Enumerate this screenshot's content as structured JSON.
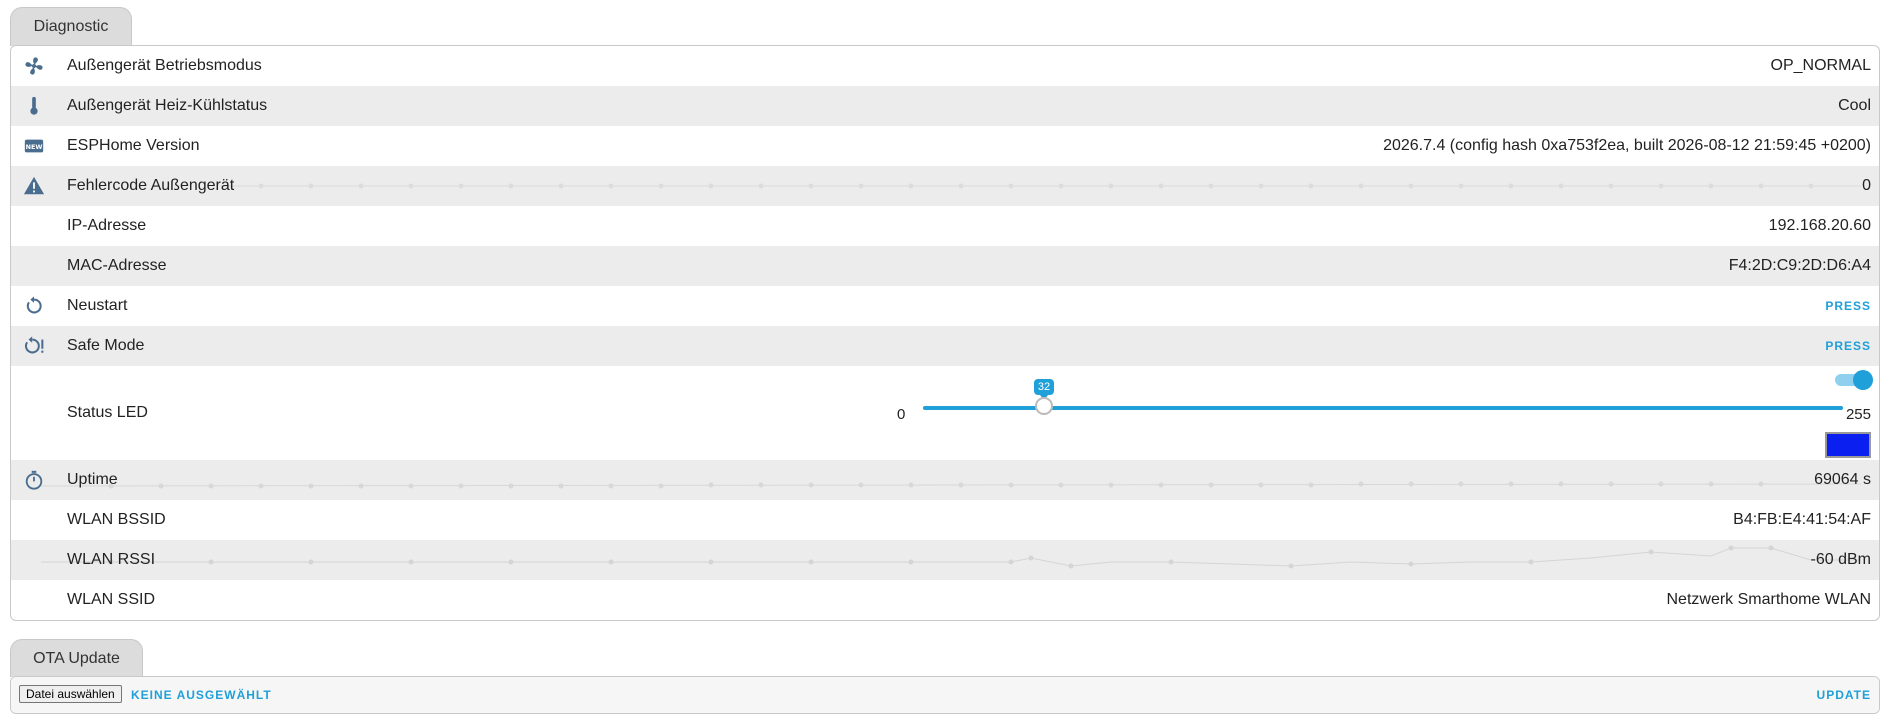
{
  "tabs": {
    "diagnostic": "Diagnostic",
    "ota": "OTA Update"
  },
  "rows": [
    {
      "label": "Außengerät Betriebsmodus",
      "value": "OP_NORMAL",
      "icon": "fan-icon"
    },
    {
      "label": "Außengerät Heiz-Kühlstatus",
      "value": "Cool",
      "icon": "thermometer-icon"
    },
    {
      "label": "ESPHome Version",
      "value": "2026.7.4 (config hash 0xa753f2ea, built 2026-08-12 21:59:45 +0200)",
      "icon": "new-box-icon"
    },
    {
      "label": "Fehlercode Außengerät",
      "value": "0",
      "icon": "alert-icon"
    },
    {
      "label": "IP-Adresse",
      "value": "192.168.20.60"
    },
    {
      "label": "MAC-Adresse",
      "value": "F4:2D:C9:2D:D6:A4"
    },
    {
      "label": "Neustart",
      "button": "PRESS",
      "icon": "restart-icon"
    },
    {
      "label": "Safe Mode",
      "button": "PRESS",
      "icon": "restart-alert-icon"
    },
    {
      "label": "Status LED",
      "slider": {
        "min": "0",
        "max": "255",
        "value": "32"
      },
      "toggle": true,
      "color": "#0a1ff0"
    },
    {
      "label": "Uptime",
      "value": "69064 s",
      "icon": "timer-icon"
    },
    {
      "label": "WLAN BSSID",
      "value": "B4:FB:E4:41:54:AF"
    },
    {
      "label": "WLAN RSSI",
      "value": "-60 dBm"
    },
    {
      "label": "WLAN SSID",
      "value": "Netzwerk Smarthome WLAN"
    }
  ],
  "ota": {
    "file_button": "Datei auswählen",
    "no_file": "KEINE AUSGEWÄHLT",
    "update": "UPDATE"
  },
  "colors": {
    "accent": "#1fa0d8",
    "icon": "#4a6d8f",
    "alt_row": "#ececec",
    "led_color": "#0a1ff0"
  }
}
